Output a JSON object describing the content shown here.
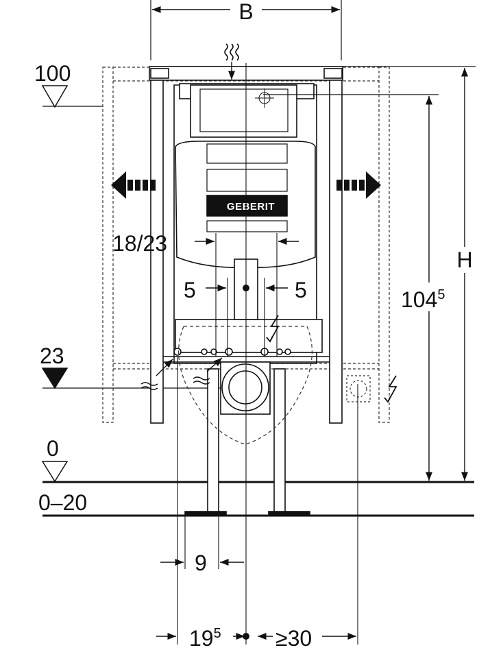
{
  "labels": {
    "width_letter": "B",
    "height_letter": "H",
    "level_top": "100",
    "level_mid": "23",
    "level_floor": "0",
    "floor_range": "0–20",
    "height_value_main": "104",
    "height_value_sup": "5",
    "spacing_left": "18/23",
    "offset_left": "5",
    "offset_right": "5",
    "bottom_small": "9",
    "bottom_left_main": "19",
    "bottom_left_sup": "5",
    "bottom_right": "≥30"
  },
  "brand_label": "GEBERIT",
  "icons": [
    "water-supply-icon",
    "electrical-icon",
    "arrow-left-icon",
    "arrow-right-icon"
  ]
}
